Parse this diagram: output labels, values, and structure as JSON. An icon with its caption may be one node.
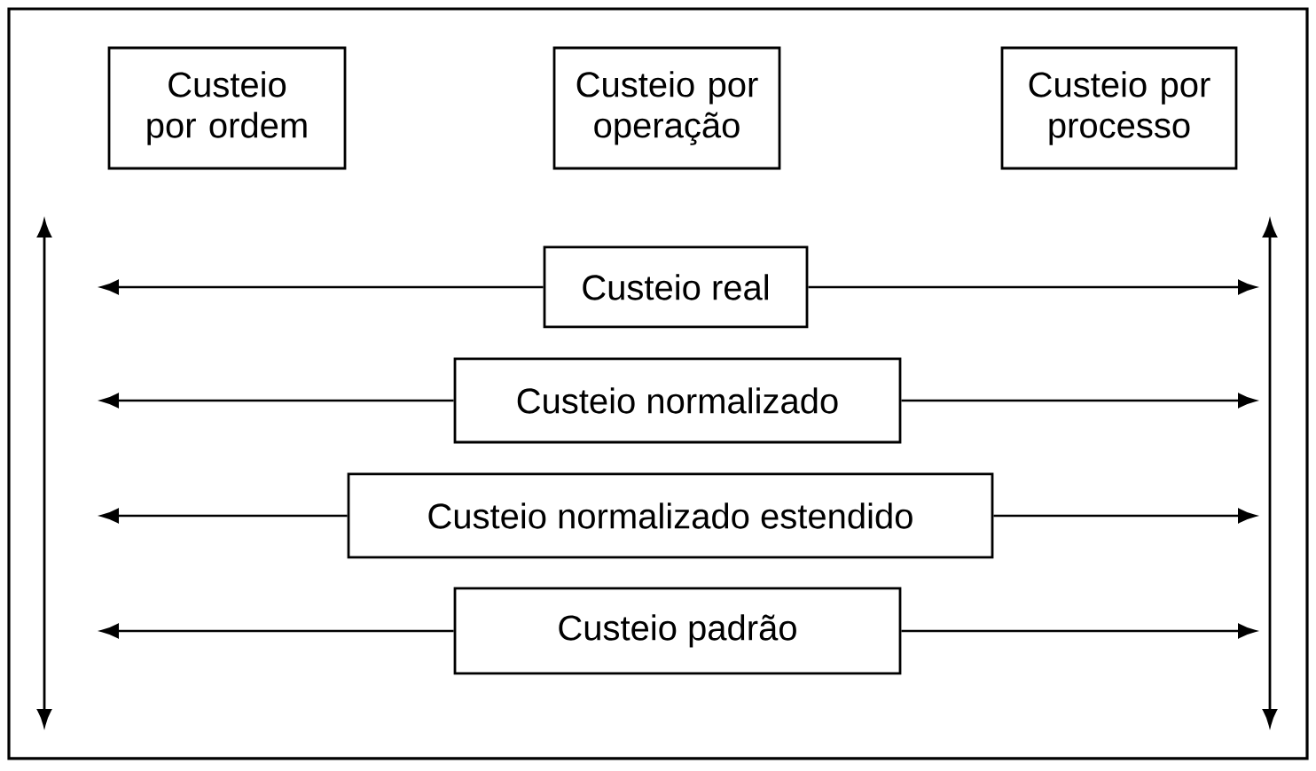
{
  "diagram": {
    "nodes": [
      {
        "text": [
          "Custeio por ordem"
        ]
      },
      {
        "text": [
          "Custeio por operação"
        ]
      },
      {
        "text": [
          "Custeio por processo"
        ]
      },
      {
        "text": [
          "Custeio real"
        ]
      },
      {
        "text": [
          "Custeio normalizado"
        ]
      },
      {
        "text": [
          "Custeio normalizado estendido"
        ]
      },
      {
        "text": [
          "Custeio padrão"
        ]
      }
    ],
    "edges": [
      {
        "from": 3,
        "to": null,
        "arrow": "to"
      },
      {
        "from": 3,
        "to": null,
        "arrow": "to"
      },
      {
        "from": 4,
        "to": null,
        "arrow": "to"
      },
      {
        "from": 4,
        "to": null,
        "arrow": "to"
      },
      {
        "from": 5,
        "to": null,
        "arrow": "to"
      },
      {
        "from": 5,
        "to": null,
        "arrow": "to"
      },
      {
        "from": 6,
        "to": null,
        "arrow": "to"
      },
      {
        "from": 6,
        "to": null,
        "arrow": "to"
      }
    ]
  }
}
